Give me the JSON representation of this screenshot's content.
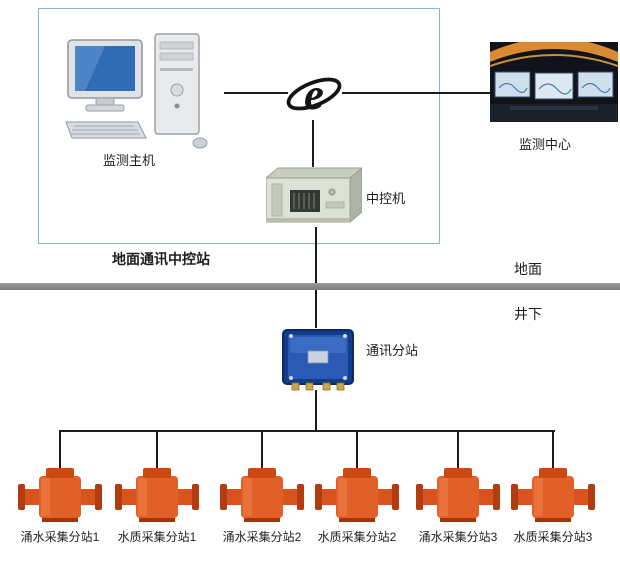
{
  "diagram": {
    "ground_box_label": "地面通讯中控站",
    "host_label": "监测主机",
    "center_label": "监测中心",
    "server_label": "中控机",
    "surface_label": "地面",
    "underground_label": "井下",
    "substation_label": "通讯分站",
    "device_labels": [
      "涌水采集分站1",
      "水质采集分站1",
      "涌水采集分站2",
      "水质采集分站2",
      "涌水采集分站3",
      "水质采集分站3"
    ],
    "icons": {
      "host": "desktop-computer-icon",
      "network": "internet-e-logo-icon",
      "center": "monitoring-room-image",
      "server": "rack-server-icon",
      "substation": "junction-box-icon",
      "device": "flow-meter-icon"
    },
    "colors": {
      "box_border": "#86b7d4",
      "divider_gray": "#858585",
      "device_orange": "#d9531e",
      "junction_blue": "#1e4f9c",
      "line_black": "#1c1c1c"
    }
  }
}
